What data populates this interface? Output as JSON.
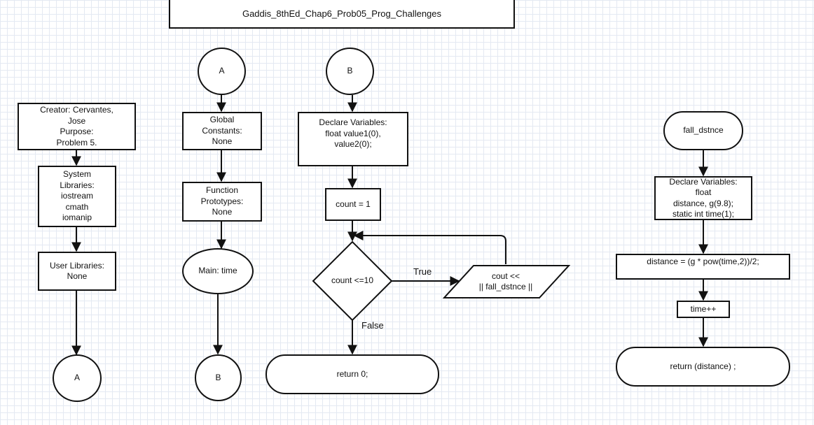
{
  "title": "Gaddis_8thEd_Chap6_Prob05_Prog_Challenges",
  "col1": {
    "header": "Creator: Cervantes,\nJose\nPurpose:\nProblem 5.",
    "system_libraries": "System\nLibraries:\niostream\ncmath\niomanip",
    "user_libraries": "User Libraries:\nNone",
    "connector": "A"
  },
  "col2": {
    "connector_in": "A",
    "global_constants": "Global\nConstants:\nNone",
    "function_prototypes": "Function\nPrototypes:\nNone",
    "main": "Main: time",
    "connector_out": "B"
  },
  "col3": {
    "connector_in": "B",
    "declare": "Declare Variables:\nfloat value1(0),\nvalue2(0);",
    "init": "count = 1",
    "decision": "count <=10",
    "true_label": "True",
    "false_label": "False",
    "output": "cout <<\n|| fall_dstnce ||",
    "return": "return 0;"
  },
  "col4": {
    "start": "fall_dstnce",
    "declare": "Declare Variables:\nfloat\ndistance, g(9.8);\nstatic int time(1);",
    "compute": "distance = (g * pow(time,2))/2;",
    "increment": "time++",
    "return": "return (distance)  ;"
  },
  "colors": {
    "line": "#111111",
    "grid": "#e4e9f2",
    "fill": "#ffffff"
  }
}
